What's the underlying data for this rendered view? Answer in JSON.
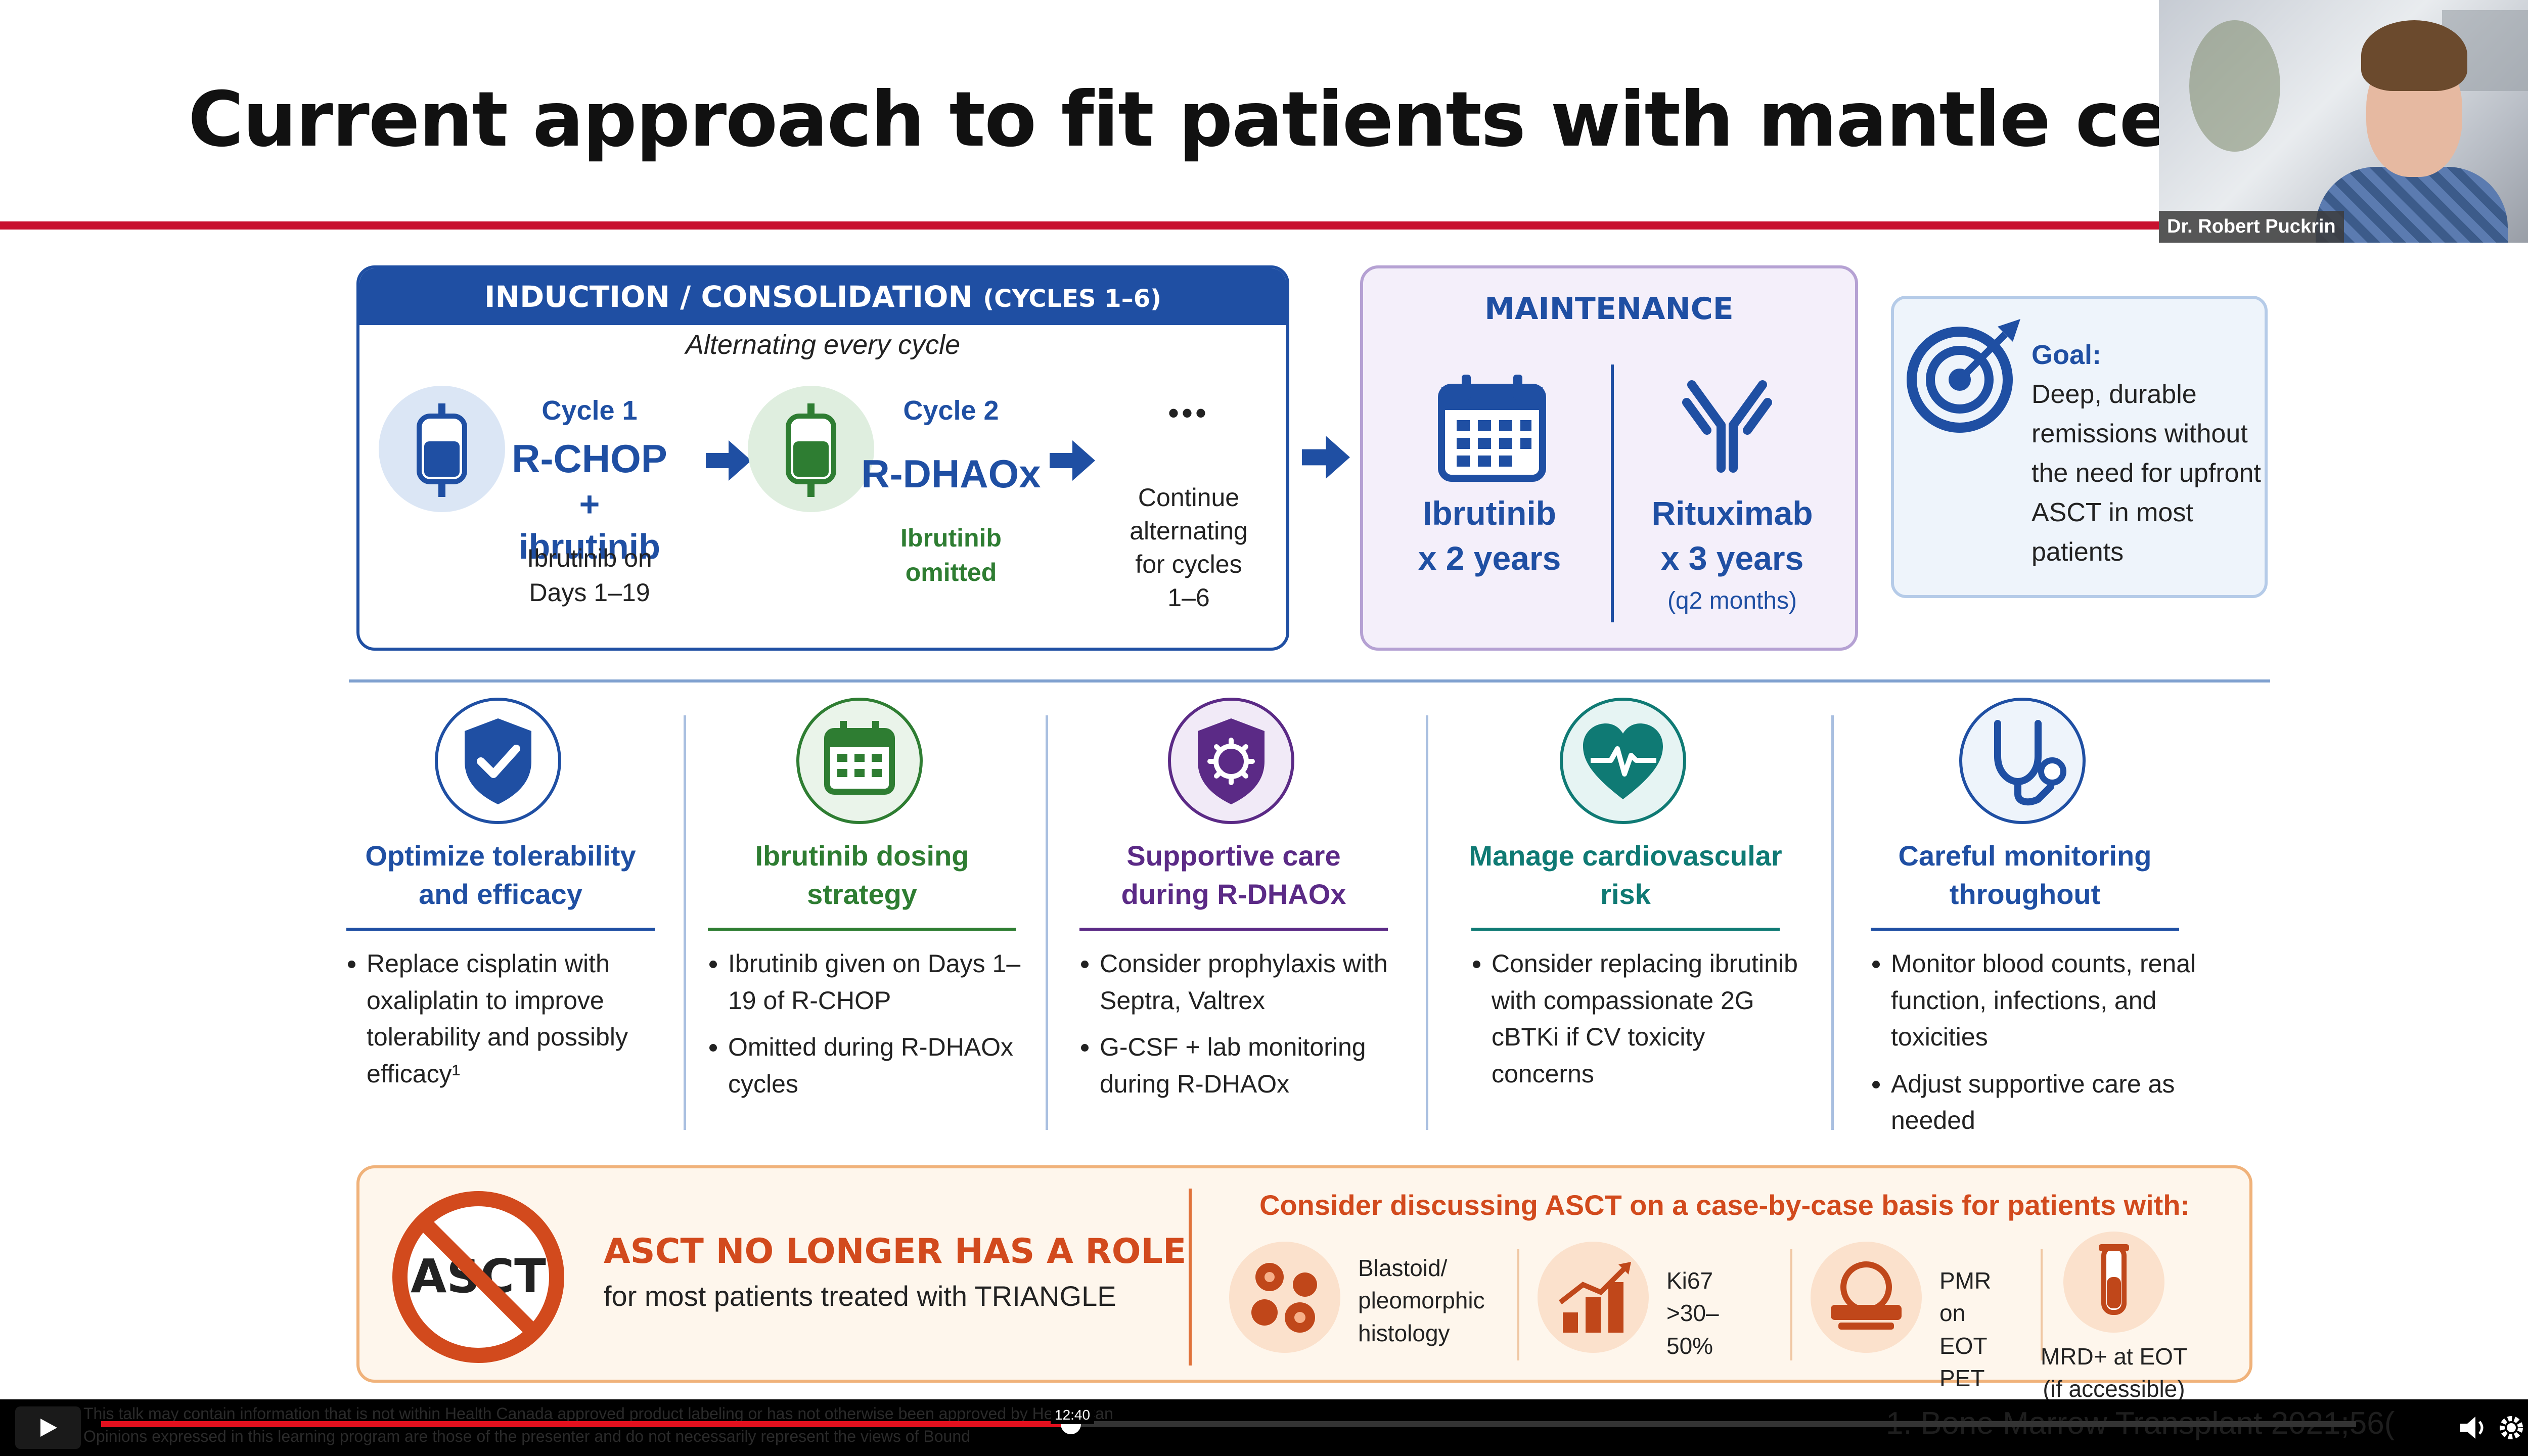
{
  "slide": {
    "title": "Current approach to fit patients with mantle cell lym"
  },
  "webcam": {
    "name": "Dr. Robert Puckrin"
  },
  "induction": {
    "header": "INDUCTION / CONSOLIDATION",
    "header_sub": "(CYCLES 1–6)",
    "alternating": "Alternating every cycle",
    "cycle1_label": "Cycle 1",
    "cycle1_regimen_line1": "R-CHOP",
    "cycle1_regimen_line2": "+ ibrutinib",
    "cycle1_note_line1": "Ibrutinib on",
    "cycle1_note_line2": "Days 1–19",
    "cycle2_label": "Cycle 2",
    "cycle2_regimen": "R-DHAOx",
    "cycle2_note_line1": "Ibrutinib",
    "cycle2_note_line2": "omitted",
    "ellipsis": "•••",
    "continue_lines": [
      "Continue",
      "alternating",
      "for cycles",
      "1–6"
    ]
  },
  "maintenance": {
    "header": "MAINTENANCE",
    "drug1_line1": "Ibrutinib",
    "drug1_line2": "x 2 years",
    "drug2_line1": "Rituximab",
    "drug2_line2": "x 3 years",
    "drug2_note": "(q2 months)"
  },
  "goal": {
    "title": "Goal:",
    "lines": [
      "Deep, durable",
      "remissions without",
      "the need for upfront",
      "ASCT in most",
      "patients"
    ]
  },
  "columns": [
    {
      "title_line1": "Optimize tolerability",
      "title_line2": "and efficacy",
      "bullets": [
        "Replace cisplatin with oxaliplatin to improve tolerability and possibly efficacy¹"
      ]
    },
    {
      "title_line1": "Ibrutinib dosing",
      "title_line2": "strategy",
      "bullets": [
        "Ibrutinib given on Days 1–19 of R-CHOP",
        "Omitted during R-DHAOx cycles"
      ]
    },
    {
      "title_line1": "Supportive care",
      "title_line2": "during R-DHAOx",
      "bullets": [
        "Consider prophylaxis with Septra, Valtrex",
        "G-CSF + lab monitoring during R-DHAOx"
      ]
    },
    {
      "title_line1": "Manage cardiovascular",
      "title_line2": "risk",
      "bullets": [
        "Consider replacing ibrutinib with compassionate 2G cBTKi if CV toxicity concerns"
      ]
    },
    {
      "title_line1": "Careful monitoring",
      "title_line2": "throughout",
      "bullets": [
        "Monitor blood counts, renal function, infections, and toxicities",
        "Adjust supportive care as needed"
      ]
    }
  ],
  "asct": {
    "icon_text": "ASCT",
    "headline": "ASCT NO LONGER HAS A ROLE",
    "sub": "for most patients treated with TRIANGLE",
    "consider": "Consider discussing ASCT on a case-by-case basis for patients with:",
    "items": [
      {
        "lines": [
          "Blastoid/",
          "pleomorphic",
          "histology"
        ]
      },
      {
        "lines": [
          "Ki67",
          ">30–50%"
        ]
      },
      {
        "lines": [
          "PMR on",
          "EOT PET"
        ]
      },
      {
        "lines": [
          "MRD+ at EOT",
          "(if accessible)"
        ]
      }
    ]
  },
  "video": {
    "time_tooltip": "12:40",
    "progress_fraction": 0.43,
    "disclaimer_line1": "This talk may contain information that is not within Health Canada approved product labeling or has not otherwise been approved by Health Can",
    "disclaimer_line2": "Opinions expressed in this learning program are those of the presenter and do not necessarily represent the views of Bound",
    "reference": "1. Bone Marrow Transplant 2021;56(",
    "colors": {
      "progress": "#e3101e"
    }
  },
  "colors": {
    "brand_blue": "#1f4fa3",
    "title_rule": "#c8102e",
    "asct_orange": "#d24a1d"
  }
}
